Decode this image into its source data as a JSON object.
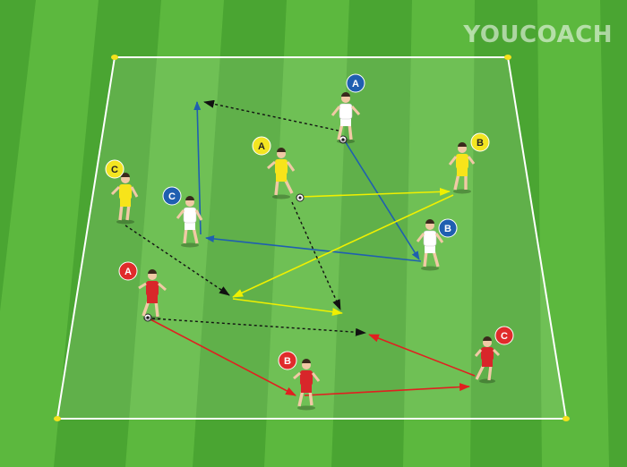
{
  "brand": {
    "logo_text": "YOUCOACH"
  },
  "colors": {
    "grass_light": "#5cb83e",
    "grass_dark": "#4aa532",
    "team_white_badge": "#1f5fb0",
    "team_yellow_badge": "#f3e521",
    "team_red_badge": "#e02b2b",
    "arrow_blue": "#1f5fb0",
    "arrow_yellow": "#f0f000",
    "arrow_red": "#e02020",
    "arrow_dribble": "#111111"
  },
  "players": [
    {
      "team": "white",
      "label": "A"
    },
    {
      "team": "white",
      "label": "B"
    },
    {
      "team": "white",
      "label": "C"
    },
    {
      "team": "yellow",
      "label": "A"
    },
    {
      "team": "yellow",
      "label": "B"
    },
    {
      "team": "yellow",
      "label": "C"
    },
    {
      "team": "red",
      "label": "A"
    },
    {
      "team": "red",
      "label": "B"
    },
    {
      "team": "red",
      "label": "C"
    }
  ]
}
